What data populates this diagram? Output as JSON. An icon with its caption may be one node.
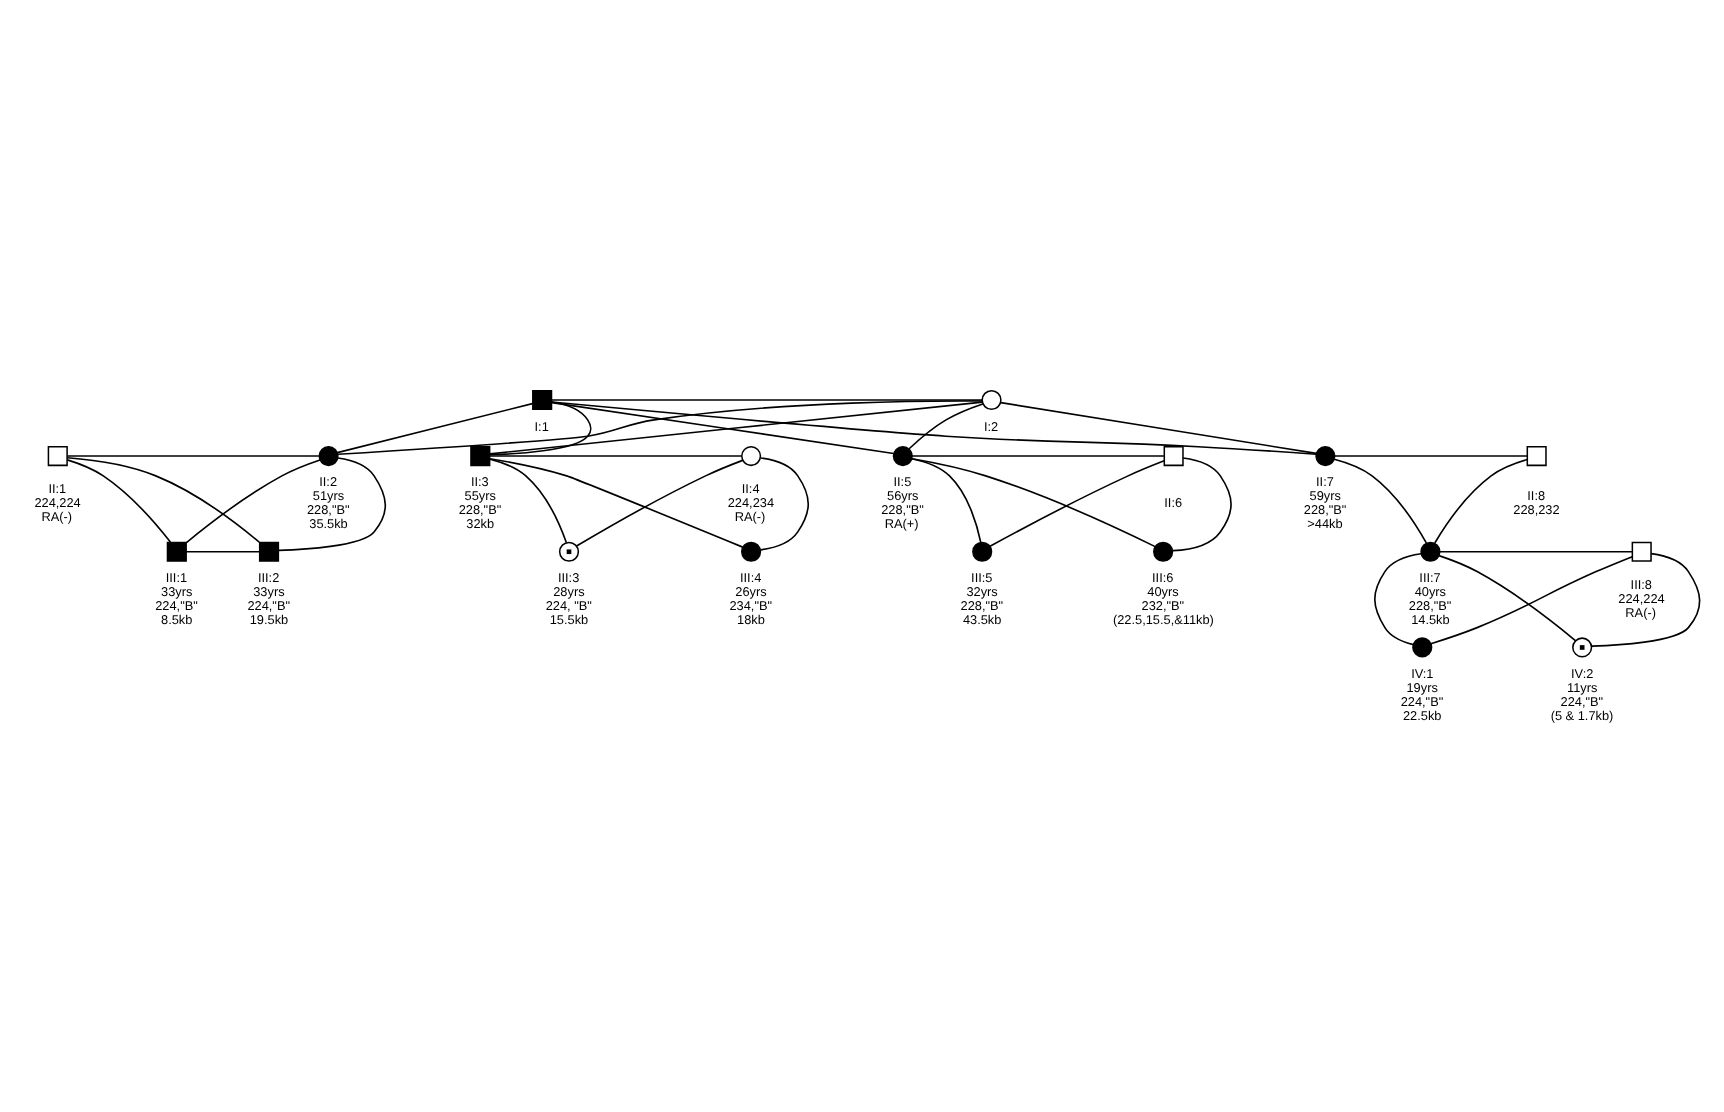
{
  "diagram": {
    "nodes": [
      {
        "text": [],
        "shape": "box",
        "beside": [
          "I:1"
        ]
      },
      {
        "text": [],
        "shape": "circle",
        "beside": [
          "I:2"
        ]
      },
      {
        "text": [],
        "shape": "box",
        "beside": [
          "II:1",
          "224,224",
          "RA(-)"
        ]
      },
      {
        "text": [],
        "shape": "circle",
        "beside": [
          "II:2",
          "51yrs",
          "228,\"B\"",
          "35.5kb"
        ]
      },
      {
        "text": [],
        "shape": "box",
        "beside": [
          "II:3",
          "55yrs",
          "228,\"B\"",
          "32kb"
        ]
      },
      {
        "text": [],
        "shape": "circle",
        "beside": [
          "II:4",
          "224,234",
          "RA(-)"
        ]
      },
      {
        "text": [],
        "shape": "circle",
        "beside": [
          "II:5",
          "56yrs",
          "228,\"B\"",
          "RA(+)"
        ]
      },
      {
        "text": [],
        "shape": "box",
        "beside": [
          "II:6"
        ]
      },
      {
        "text": [],
        "shape": "circle",
        "beside": [
          "II:7",
          "59yrs",
          "228,\"B\"",
          ">44kb"
        ]
      },
      {
        "text": [],
        "shape": "box",
        "beside": [
          "II:8",
          "228,232"
        ]
      },
      {
        "text": [],
        "shape": "box",
        "beside": [
          "III:1",
          "33yrs",
          "224,\"B\"",
          "8.5kb"
        ]
      },
      {
        "text": [],
        "shape": "box",
        "beside": [
          "III:2",
          "33yrs",
          "224,\"B\"",
          "19.5kb"
        ]
      },
      {
        "text": [],
        "shape": "circle",
        "beside": [
          "III:3",
          "28yrs",
          "224, \"B\"",
          "15.5kb"
        ]
      },
      {
        "text": [],
        "shape": "circle",
        "beside": [
          "III:4",
          "26yrs",
          "234,\"B\"",
          "18kb"
        ]
      },
      {
        "text": [],
        "shape": "circle",
        "beside": [
          "III:5",
          "32yrs",
          "228,\"B\"",
          "43.5kb"
        ]
      },
      {
        "text": [],
        "shape": "circle",
        "beside": [
          "III:6",
          "40yrs",
          "232,\"B\"",
          "(22.5,15.5,&11kb)"
        ]
      },
      {
        "text": [],
        "shape": "circle",
        "beside": [
          "III:7",
          "40yrs",
          "228,\"B\"",
          "14.5kb"
        ]
      },
      {
        "text": [],
        "shape": "box",
        "beside": [
          "III:8",
          "224,224",
          "RA(-)"
        ]
      },
      {
        "text": [],
        "shape": "circle",
        "beside": [
          "IV:1",
          "19yrs",
          "224,\"B\"",
          "22.5kb"
        ]
      },
      {
        "text": [],
        "shape": "circle",
        "beside": [
          "IV:2",
          "11yrs",
          "224,\"B\"",
          "(5 & 1.7kb)"
        ]
      }
    ],
    "edges": [
      {
        "from": 0,
        "to": 1,
        "arrow": "none"
      },
      {
        "from": 0,
        "to": 3,
        "arrow": "none"
      },
      {
        "from": 1,
        "to": 3,
        "arrow": "none"
      },
      {
        "from": 0,
        "to": 4,
        "arrow": "none"
      },
      {
        "from": 1,
        "to": 4,
        "arrow": "none"
      },
      {
        "from": 0,
        "to": 6,
        "arrow": "none"
      },
      {
        "from": 1,
        "to": 6,
        "arrow": "none"
      },
      {
        "from": 0,
        "to": 8,
        "arrow": "none"
      },
      {
        "from": 1,
        "to": 8,
        "arrow": "none"
      },
      {
        "from": 2,
        "to": 3,
        "arrow": "none"
      },
      {
        "from": 4,
        "to": 5,
        "arrow": "none"
      },
      {
        "from": 6,
        "to": 7,
        "arrow": "none"
      },
      {
        "from": 8,
        "to": 9,
        "arrow": "none"
      },
      {
        "from": 2,
        "to": 10,
        "arrow": "none"
      },
      {
        "from": 3,
        "to": 10,
        "arrow": "none"
      },
      {
        "from": 2,
        "to": 11,
        "arrow": "none"
      },
      {
        "from": 3,
        "to": 11,
        "arrow": "none"
      },
      {
        "from": 10,
        "to": 11,
        "arrow": "none"
      },
      {
        "from": 4,
        "to": 12,
        "arrow": "none"
      },
      {
        "from": 5,
        "to": 12,
        "arrow": "none"
      },
      {
        "from": 4,
        "to": 13,
        "arrow": "none"
      },
      {
        "from": 5,
        "to": 13,
        "arrow": "none"
      },
      {
        "from": 6,
        "to": 14,
        "arrow": "none"
      },
      {
        "from": 7,
        "to": 14,
        "arrow": "none"
      },
      {
        "from": 6,
        "to": 15,
        "arrow": "none"
      },
      {
        "from": 7,
        "to": 15,
        "arrow": "none"
      },
      {
        "from": 8,
        "to": 16,
        "arrow": "none"
      },
      {
        "from": 9,
        "to": 16,
        "arrow": "none"
      },
      {
        "from": 16,
        "to": 17,
        "arrow": "none"
      },
      {
        "from": 16,
        "to": 18,
        "arrow": "none"
      },
      {
        "from": 17,
        "to": 18,
        "arrow": "none"
      },
      {
        "from": 16,
        "to": 19,
        "arrow": "none"
      },
      {
        "from": 17,
        "to": 19,
        "arrow": "none"
      }
    ]
  }
}
